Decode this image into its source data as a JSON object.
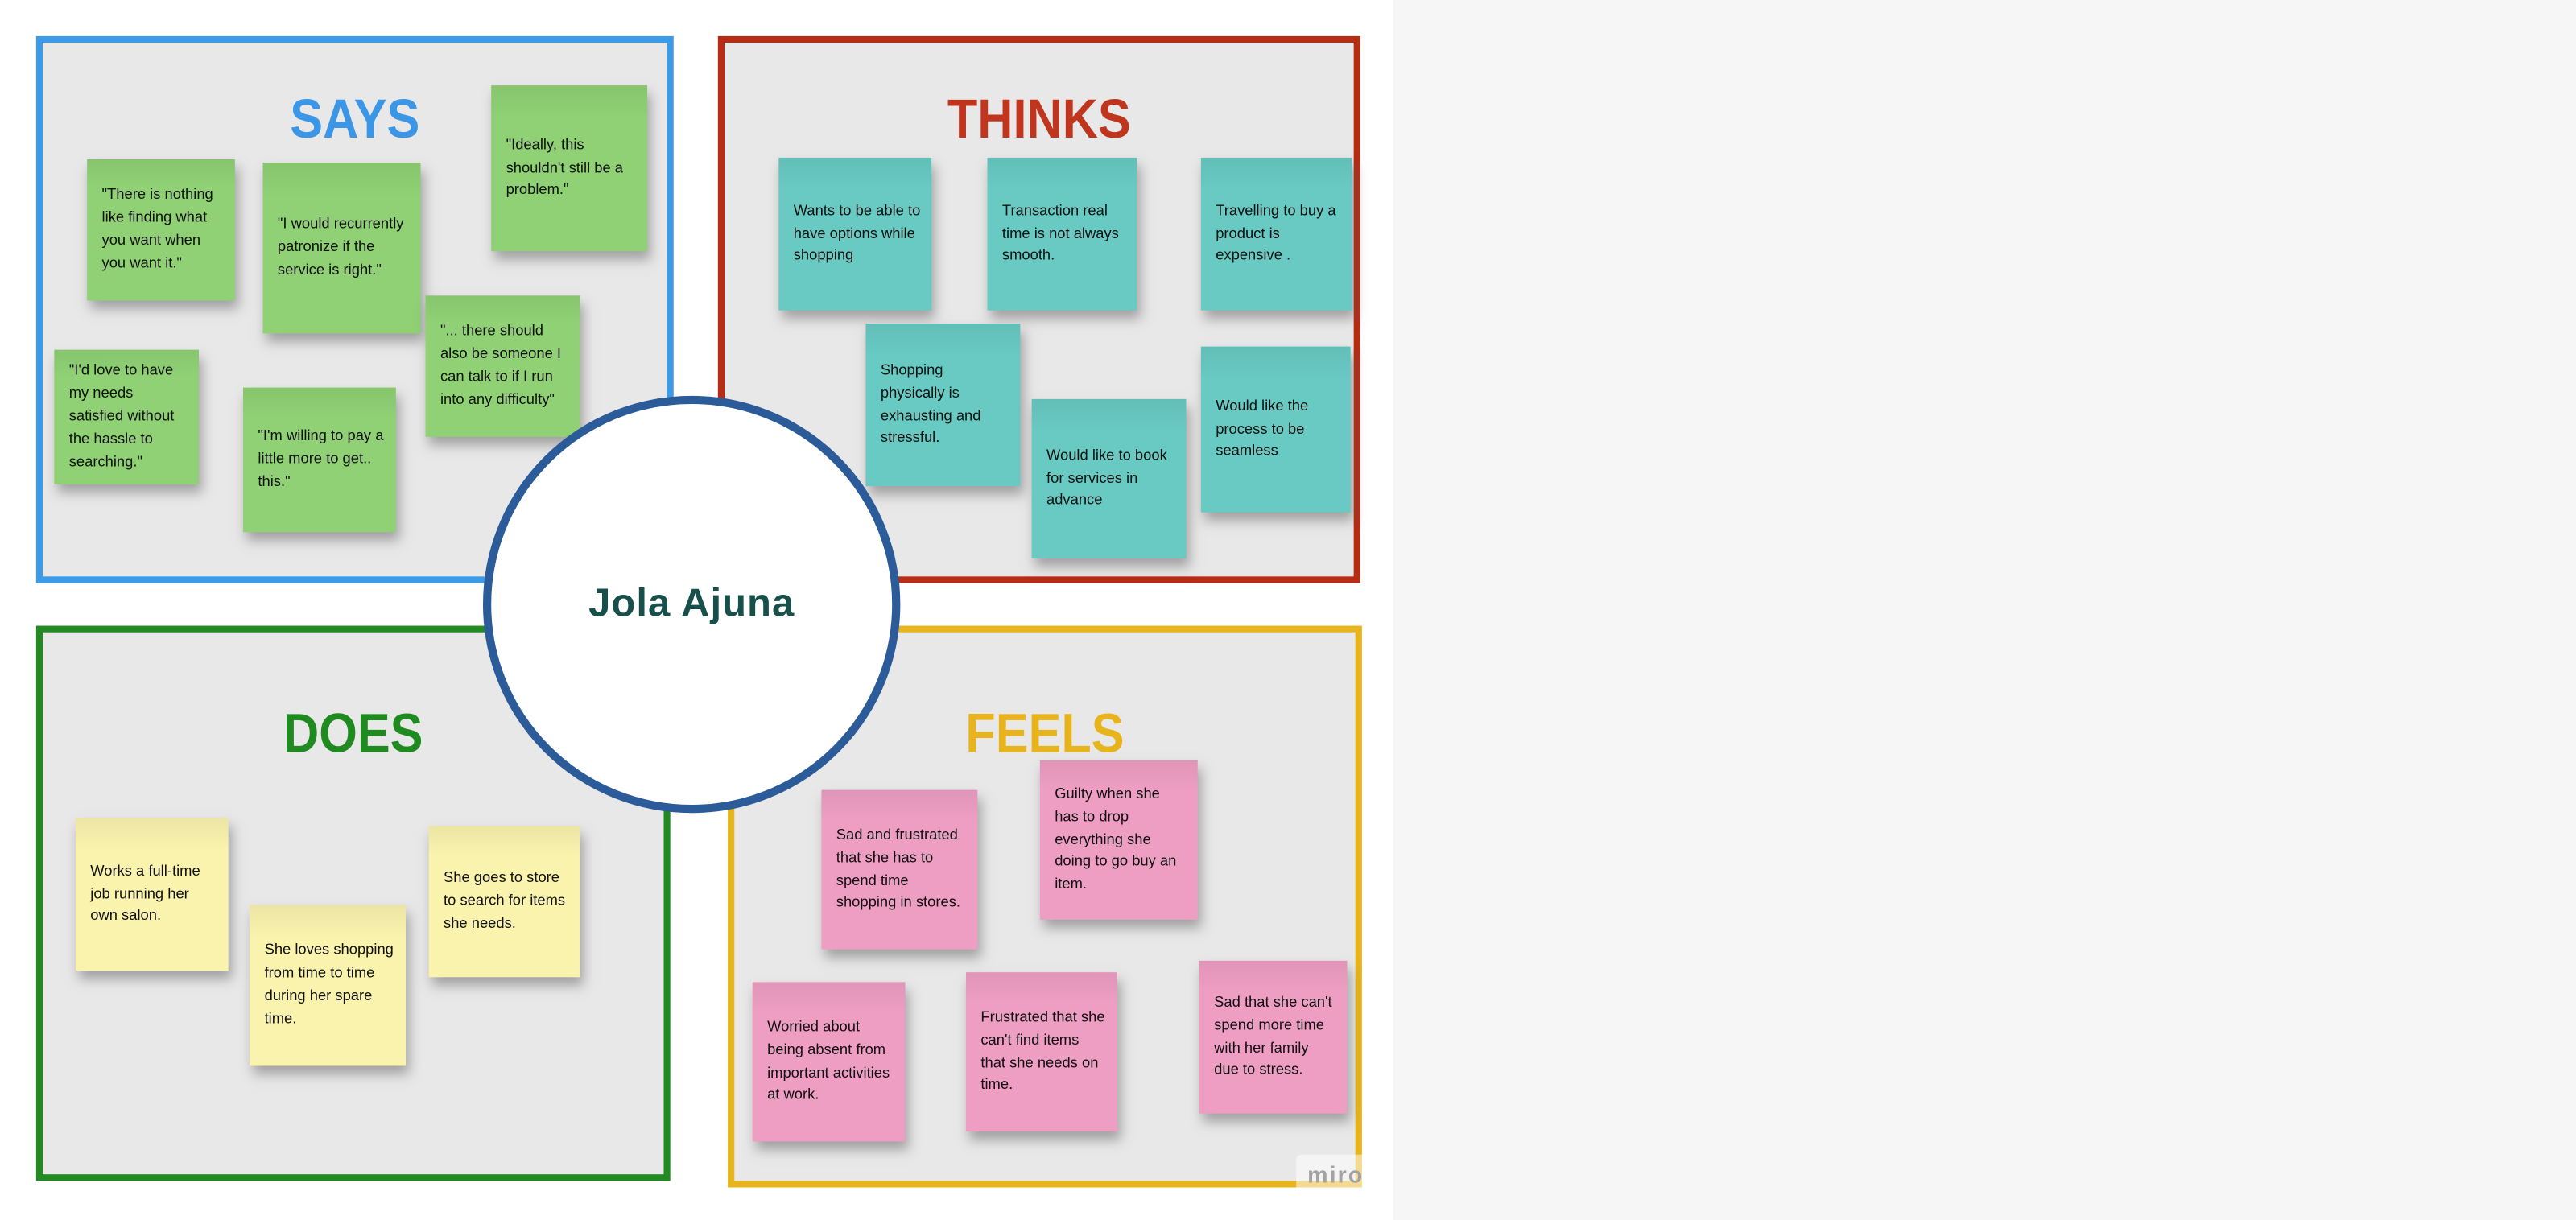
{
  "persona": {
    "name": "Jola Ajuna"
  },
  "watermark": {
    "label": "miro"
  },
  "colors": {
    "says_border": "#3b9be8",
    "says_title": "#3b96e6",
    "says_note": "#8fd174",
    "thinks_border": "#b72c15",
    "thinks_title": "#c0351d",
    "thinks_note": "#68cac3",
    "does_border": "#218a21",
    "does_title": "#1f8a1f",
    "does_note": "#faf3ae",
    "feels_border": "#e8b41e",
    "feels_title": "#e8b41e",
    "feels_note": "#ee9ec3",
    "circle_border": "#2b5b98",
    "persona_name": "#17504a",
    "quadrant_bg": "#e9e8e8",
    "page_right_bg": "#f6f6f6",
    "watermark_text": "#a3a3a3"
  },
  "quadrants": {
    "says": {
      "title": "SAYS",
      "notes": [
        "\"There is nothing like finding what you want when you want it.\"",
        "\"I would recurrently patronize if the service is right.\"",
        "\"Ideally, this shouldn't still be a problem.\"",
        "\"... there should also be someone I can talk to if I run into any difficulty\"",
        "\"I'd love to have my needs satisfied without the hassle to searching.\"",
        "\"I'm willing to pay a little more to get.. this.\""
      ]
    },
    "thinks": {
      "title": "THINKS",
      "notes": [
        "Wants to be able to have options while shopping",
        "Transaction real time is not always smooth.",
        "Travelling to buy a product is expensive .",
        "Shopping physically is exhausting and stressful.",
        "Would like to book for services in advance",
        "Would like the process to be seamless"
      ]
    },
    "does": {
      "title": "DOES",
      "notes": [
        "Works a full-time job running her own salon.",
        "She loves shopping from time to time during her spare time.",
        "She goes to store to search for items she needs."
      ]
    },
    "feels": {
      "title": "FEELS",
      "notes": [
        "Sad and frustrated that she has to spend time shopping in stores.",
        "Guilty when she has to drop everything she doing to go buy an item.",
        "Worried about being absent from important activities at work.",
        "Frustrated that she can't find items that she needs on time.",
        "Sad that she can't spend more time with her family due to stress."
      ]
    }
  }
}
